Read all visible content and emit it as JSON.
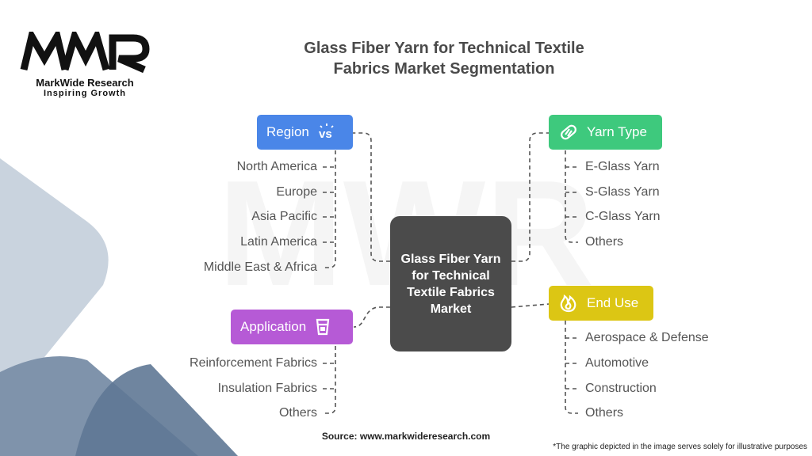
{
  "logo": {
    "brand": "MarkWide Research",
    "tagline": "Inspiring Growth",
    "mark_text": "MWR"
  },
  "title_line1": "Glass Fiber Yarn for Technical Textile",
  "title_line2": "Fabrics Market Segmentation",
  "hub_label": "Glass Fiber Yarn for Technical Textile Fabrics Market",
  "segments": {
    "region": {
      "label": "Region",
      "icon": "vs-icon",
      "color": "#4a86e8",
      "items": [
        "North America",
        "Europe",
        "Asia Pacific",
        "Latin America",
        "Middle East & Africa"
      ]
    },
    "yarn_type": {
      "label": "Yarn Type",
      "icon": "yarn-icon",
      "color": "#3ec97d",
      "items": [
        "E-Glass Yarn",
        "S-Glass Yarn",
        "C-Glass Yarn",
        "Others"
      ]
    },
    "application": {
      "label": "Application",
      "icon": "cup-icon",
      "color": "#b65ad6",
      "items": [
        "Reinforcement Fabrics",
        "Insulation Fabrics",
        "Others"
      ]
    },
    "end_use": {
      "label": "End Use",
      "icon": "flame-icon",
      "color": "#dcc614",
      "items": [
        "Aerospace & Defense",
        "Automotive",
        "Construction",
        "Others"
      ]
    }
  },
  "source": "Source: www.markwideresearch.com",
  "disclaimer": "*The graphic depicted in the image serves solely for illustrative purposes"
}
